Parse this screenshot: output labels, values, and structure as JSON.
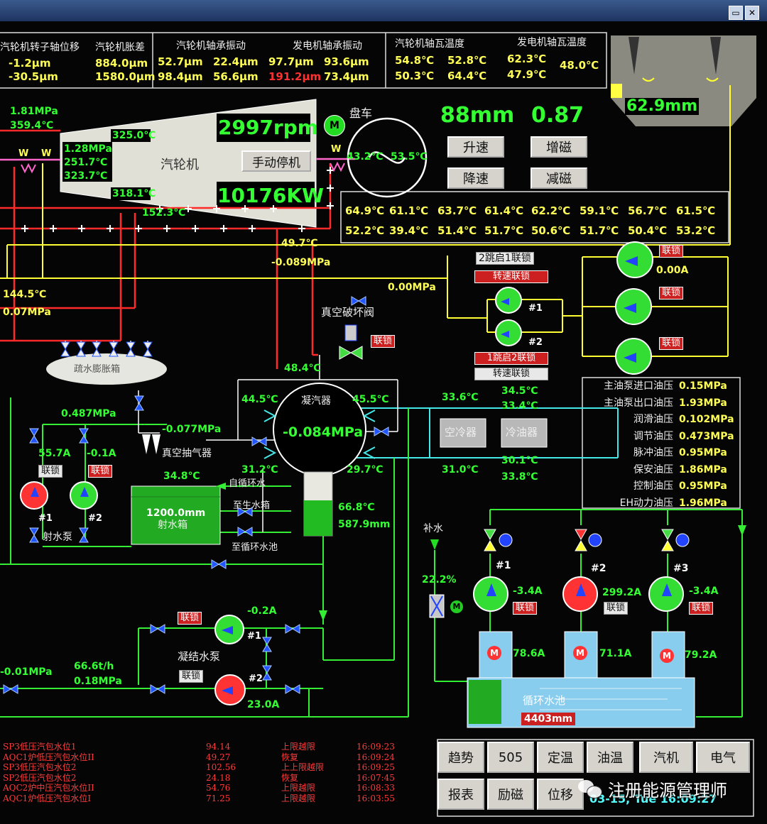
{
  "window": {
    "btn_restore": "▭",
    "btn_close": "✕"
  },
  "top_panel": {
    "h_rotor": "汽轮机转子轴位移",
    "rotor1": "-1.2μm",
    "rotor2": "-30.5μm",
    "h_exp": "汽轮机胀差",
    "exp1": "884.0μm",
    "exp2": "1580.0μm",
    "h_tvib": "汽轮机轴承振动",
    "tvib1": "52.7μm",
    "tvib2": "22.4μm",
    "tvib3": "98.4μm",
    "tvib4": "56.6μm",
    "h_gvib": "发电机轴承振动",
    "gvib1": "97.7μm",
    "gvib2": "93.6μm",
    "gvib3": "191.2μm",
    "gvib4": "73.4μm",
    "h_ttemp": "汽轮机轴瓦温度",
    "ttemp1": "54.8℃",
    "ttemp2": "52.8℃",
    "ttemp3": "50.3℃",
    "ttemp4": "64.4℃",
    "h_gtemp": "发电机轴瓦温度",
    "gtemp1": "62.3℃",
    "gtemp2": "48.0℃",
    "gtemp3": "47.9℃"
  },
  "hopper": {
    "level": "62.9mm"
  },
  "turbine": {
    "name": "汽轮机",
    "stop_btn": "手动停机",
    "speed": "2997rpm",
    "power": "10176KW",
    "in_press": "1.81MPa",
    "in_temp": "359.4℃",
    "t1": "325.0℃",
    "t2": "318.1℃",
    "t3": "152.3℃",
    "p_stage": "1.28MPa",
    "t_stage1": "251.7℃",
    "t_stage2": "323.7℃",
    "exh_temp": "49.7℃",
    "exh_press": "-0.089MPa",
    "left_t": "144.5℃",
    "left_p": "0.07MPa",
    "valve_w": "W"
  },
  "generator": {
    "turning_label": "盘车",
    "motor_m": "M",
    "t1": "43.2℃",
    "t2": "53.5℃",
    "val1": "88mm",
    "val2": "0.87",
    "btn_up": "升速",
    "btn_down": "降速",
    "btn_inc": "增磁",
    "btn_dec": "减磁",
    "row1": [
      "64.9℃",
      "61.1℃",
      "63.7℃",
      "61.4℃",
      "62.2℃",
      "59.1℃",
      "56.7℃",
      "61.5℃"
    ],
    "row2": [
      "52.2℃",
      "39.4℃",
      "51.4℃",
      "51.7℃",
      "50.6℃",
      "51.7℃",
      "50.4℃",
      "53.2℃"
    ]
  },
  "oil_pumps": {
    "interlock_a": "2跳启1联锁",
    "speed_lock_a": "转速联锁",
    "label_1": "#1",
    "label_2": "#2",
    "interlock_b": "1跳启2联锁",
    "speed_lock_b": "转速联锁",
    "lock": "联锁",
    "current": "0.00A"
  },
  "vacuum": {
    "press": "0.00MPa",
    "valve_label": "真空破坏阀",
    "lock": "联锁"
  },
  "flash_tank": {
    "label": "疏水膨胀箱"
  },
  "condenser": {
    "label": "凝汽器",
    "press": "-0.084MPa",
    "in_temp": "48.4℃",
    "t_left": "44.5℃",
    "t_right": "45.5℃",
    "t_bl": "31.2℃",
    "t_br": "29.7℃",
    "return_water": "自循环水",
    "to_make_water": "至生水箱",
    "to_circ_pool": "至循环水池",
    "hotwell_temp": "66.8℃",
    "hotwell_level": "587.9mm"
  },
  "ejector": {
    "p1": "0.487MPa",
    "p2": "-0.077MPa",
    "air_ejector": "真空抽气器",
    "a1": "55.7A",
    "a2": "-0.1A",
    "lock": "联锁",
    "pump_label": "射水泵",
    "n1": "#1",
    "n2": "#2",
    "tank_temp": "34.8℃",
    "tank_level": "1200.0mm",
    "tank_label": "射水箱"
  },
  "coolers": {
    "air_cooler": "空冷器",
    "oil_cooler": "冷油器",
    "t1": "33.6℃",
    "t2": "34.5℃",
    "t3": "33.4℃",
    "t4": "31.0℃",
    "t5": "30.1℃",
    "t6": "33.8℃"
  },
  "oil_press": {
    "rows": [
      {
        "label": "主油泵进口油压",
        "value": "0.15MPa"
      },
      {
        "label": "主油泵出口油压",
        "value": "1.93MPa"
      },
      {
        "label": "润滑油压",
        "value": "0.102MPa"
      },
      {
        "label": "调节油压",
        "value": "0.473MPa"
      },
      {
        "label": "脉冲油压",
        "value": "0.95MPa"
      },
      {
        "label": "保安油压",
        "value": "1.86MPa"
      },
      {
        "label": "控制油压",
        "value": "0.95MPa"
      },
      {
        "label": "EH动力油压",
        "value": "1.96MPa"
      }
    ]
  },
  "cond_pumps": {
    "label": "凝结水泵",
    "lock": "联锁",
    "a1": "-0.2A",
    "a2": "23.0A",
    "n1": "#1",
    "n2": "#2",
    "flow": "66.6t/h",
    "press": "0.18MPa",
    "left_press": "-0.01MPa"
  },
  "circ": {
    "makeup": "补水",
    "pct": "22.2%",
    "motor_m": "M",
    "p1": "#1",
    "p2": "#2",
    "p3": "#3",
    "a1": "-3.4A",
    "a2": "299.2A",
    "a3": "-3.4A",
    "lock": "联锁",
    "m1": "78.6A",
    "m2": "71.1A",
    "m3": "79.2A",
    "pool_label": "循环水池",
    "pool_level": "4403mm"
  },
  "alarms": [
    {
      "name": "SP3低压汽包水位1",
      "value": "94.14",
      "state": "上限越限",
      "time": "16:09:23"
    },
    {
      "name": "AQC1炉低压汽包水位II",
      "value": "49.27",
      "state": "恢复",
      "time": "16:09:24"
    },
    {
      "name": "SP3低压汽包水位2",
      "value": "102.56",
      "state": "上上限越限",
      "time": "16:09:25"
    },
    {
      "name": "SP2低压汽包水位2",
      "value": "24.18",
      "state": "恢复",
      "time": "16:07:45"
    },
    {
      "name": "AQC2炉中压汽包水位II",
      "value": "54.76",
      "state": "上限越限",
      "time": "16:08:33"
    },
    {
      "name": "AQC1炉低压汽包水位I",
      "value": "71.25",
      "state": "上限越限",
      "time": "16:03:55"
    }
  ],
  "nav": {
    "trend": "趋势",
    "b505": "505",
    "temp_set": "定温",
    "oil_temp": "油温",
    "turbine": "汽机",
    "electric": "电气",
    "report": "报表",
    "excite": "励磁",
    "shift": "位移",
    "datetime": "03-15, Tue   16:09:27"
  },
  "watermark": {
    "text": "注册能源管理师"
  }
}
